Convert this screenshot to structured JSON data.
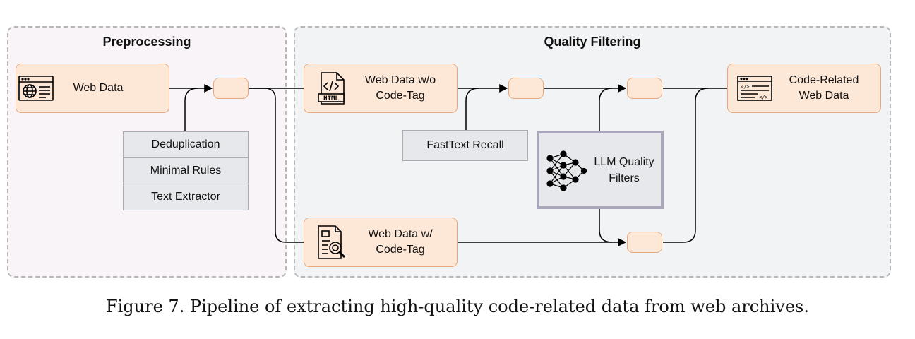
{
  "panels": {
    "preprocessing_title": "Preprocessing",
    "quality_filtering_title": "Quality Filtering"
  },
  "nodes": {
    "web_data": "Web Data",
    "web_data_wo_tag": "Web Data w/o\nCode-Tag",
    "web_data_w_tag": "Web Data w/\nCode-Tag",
    "code_related": "Code-Related\nWeb Data"
  },
  "preprocessing_steps": [
    "Deduplication",
    "Minimal Rules",
    "Text Extractor"
  ],
  "fasttext_label": "FastText Recall",
  "llm_label": "LLM Quality\nFilters",
  "icons": {
    "web_data": "browser-globe-icon",
    "web_data_wo_tag": "html-file-icon",
    "web_data_w_tag": "document-search-icon",
    "code_related": "code-window-icon",
    "llm": "neural-network-icon"
  },
  "colors": {
    "node_fill": "#fde7d6",
    "node_border": "#e8a87c",
    "gray_fill": "#e7e8ec",
    "llm_border": "#a9a6ba"
  },
  "caption": "Figure 7. Pipeline of extracting high-quality code-related data from web archives."
}
